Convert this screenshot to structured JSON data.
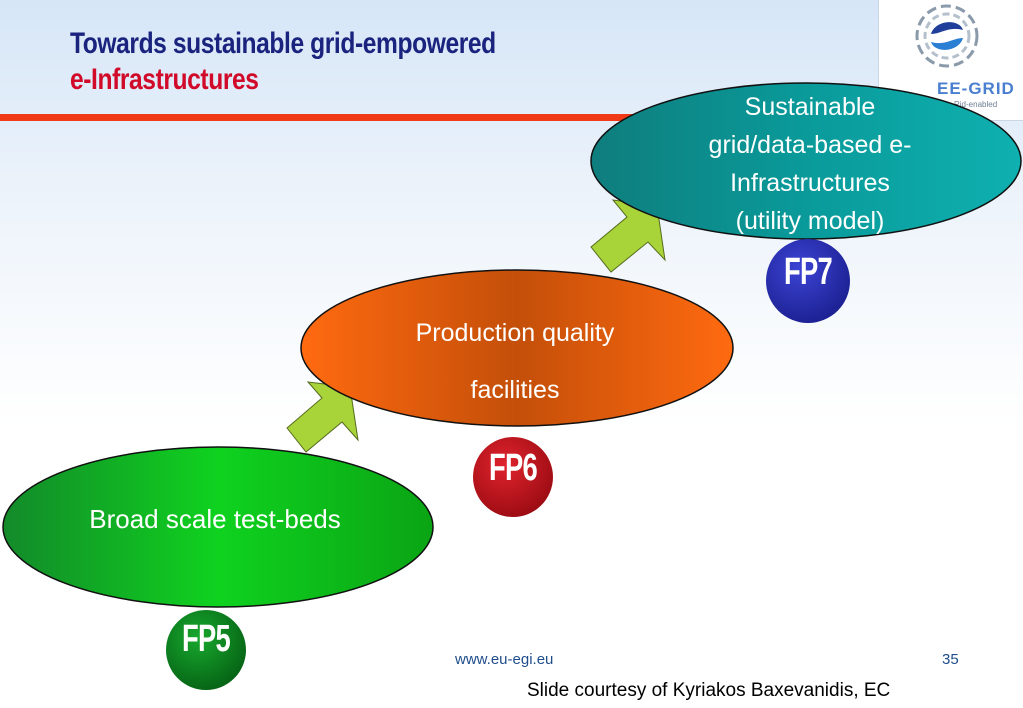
{
  "slide": {
    "title_line1": "Towards sustainable grid-empowered",
    "title_line2": "e-Infrastructures"
  },
  "logo": {
    "name": "EE-GRID",
    "tagline": "Rid-enabled",
    "icon": "swirl-logo-icon"
  },
  "stages": [
    {
      "label": "Broad scale test-beds",
      "badge": "FP5",
      "badge_color": "#0b7a1e"
    },
    {
      "label_lines": [
        "Production quality",
        "facilities"
      ],
      "badge": "FP6",
      "badge_color": "#c4111d"
    },
    {
      "label_lines": [
        "Sustainable",
        "grid/data-based e-",
        "Infrastructures",
        "(utility model)"
      ],
      "badge": "FP7",
      "badge_color": "#2b2fb0"
    }
  ],
  "arrows": [
    {
      "icon": "arrow-up-right-icon"
    },
    {
      "icon": "arrow-up-right-icon"
    }
  ],
  "colors": {
    "accent_rule": "#f03a17",
    "title_blue": "#1a237e",
    "title_red": "#d10a2a",
    "arrow_green": "#a8d43a"
  },
  "footer": {
    "url": "www.eu-egi.eu",
    "page_number": "35",
    "credit": "Slide courtesy of Kyriakos Baxevanidis, EC"
  }
}
